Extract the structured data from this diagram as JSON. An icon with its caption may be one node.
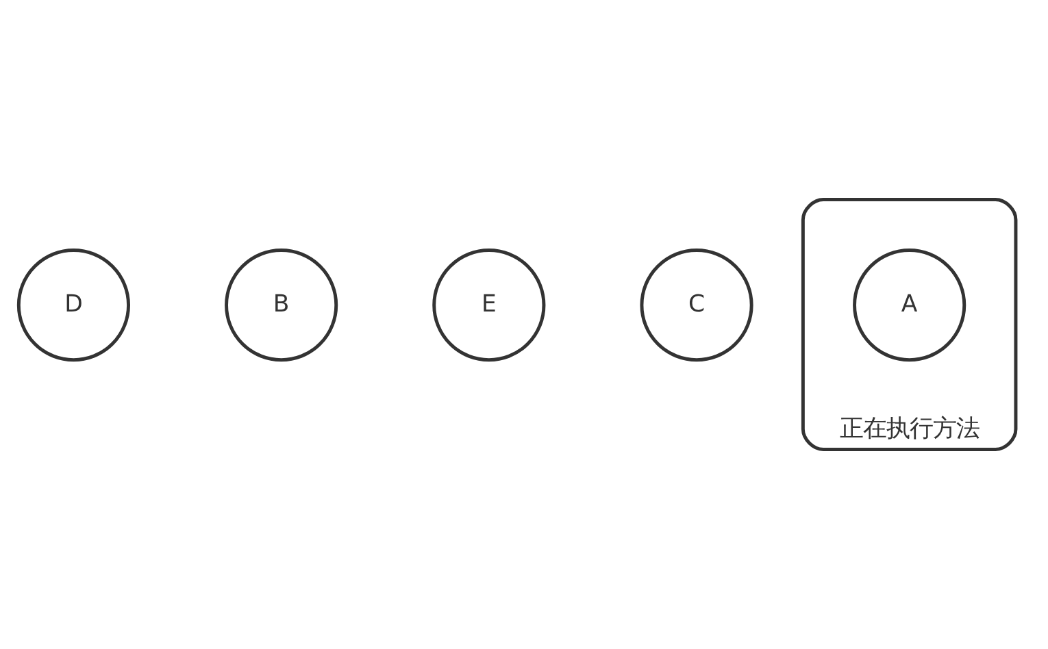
{
  "diagram": {
    "nodes": [
      {
        "text": [
          "D"
        ]
      },
      {
        "text": [
          "B"
        ]
      },
      {
        "text": [
          "E"
        ]
      },
      {
        "text": [
          "C"
        ]
      },
      {
        "text": [
          "正在执行方法"
        ]
      },
      {
        "text": [
          "A"
        ],
        "in": 4
      }
    ]
  }
}
